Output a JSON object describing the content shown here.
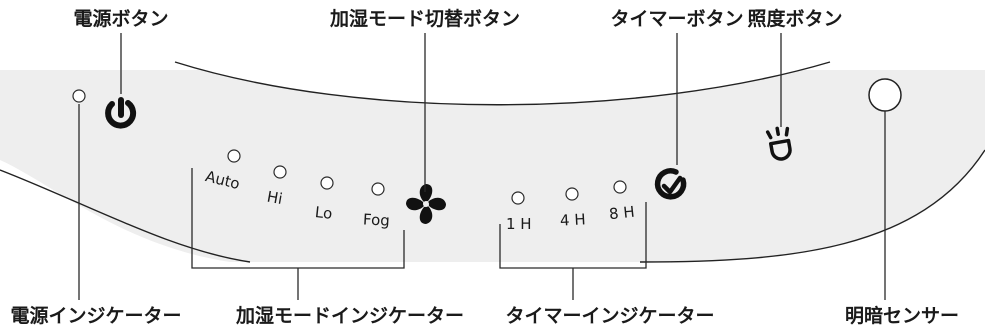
{
  "callouts_top": {
    "power_button": "電源ボタン",
    "humidify_mode_button": "加湿モード切替ボタン",
    "timer_button": "タイマーボタン",
    "brightness_button": "照度ボタン"
  },
  "callouts_bottom": {
    "power_indicator": "電源インジケーター",
    "humidify_mode_indicator": "加湿モードインジケーター",
    "timer_indicator": "タイマーインジケーター",
    "light_sensor": "明暗センサー"
  },
  "mode_indicators": [
    "Auto",
    "Hi",
    "Lo",
    "Fog"
  ],
  "timer_indicators": [
    "1 H",
    "4 H",
    "8 H"
  ],
  "icons": {
    "power": "power-icon",
    "fan": "fan-icon",
    "timer": "timer-check-icon",
    "brightness": "light-bulb-icon"
  },
  "colors": {
    "panel": "#eeeeee",
    "panel_edge": "#222222",
    "icon": "#111111",
    "text": "#1a1a1a"
  }
}
